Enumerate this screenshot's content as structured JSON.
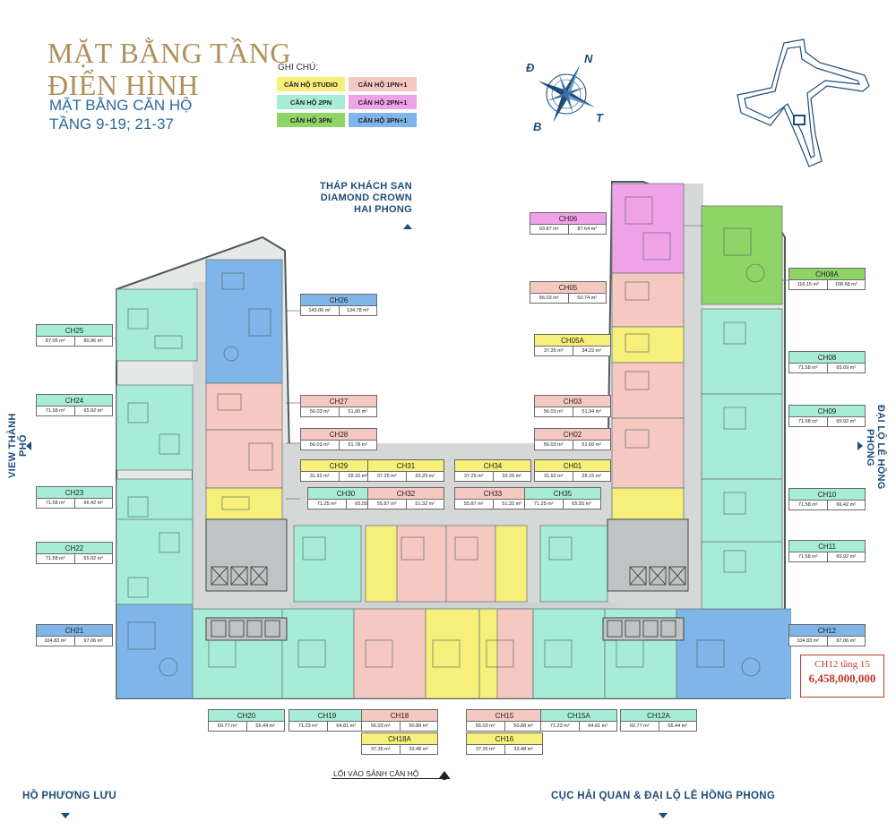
{
  "title": {
    "line1": "MẶT BẰNG TẦNG",
    "line2": "ĐIỂN HÌNH",
    "sub1": "MẶT BẰNG CĂN HỘ",
    "sub2": "TẦNG 9-19; 21-37"
  },
  "legend": {
    "heading": "GHI CHÚ:",
    "items": [
      {
        "label": "CĂN HỘ STUDIO",
        "color": "#f6ef7a"
      },
      {
        "label": "CĂN HỘ 1PN+1",
        "color": "#f5c8c2"
      },
      {
        "label": "CĂN HỘ 2PN",
        "color": "#a7ecd6"
      },
      {
        "label": "CĂN HỘ 2PN+1",
        "color": "#f0a2e8"
      },
      {
        "label": "CĂN HỘ 3PN",
        "color": "#8fd467"
      },
      {
        "label": "CĂN HỘ 3PN+1",
        "color": "#7fb5e8"
      }
    ]
  },
  "compass": {
    "n": "N",
    "d": "Đ",
    "b": "B",
    "t": "T"
  },
  "directions": {
    "top": [
      "THÁP KHÁCH SẠN",
      "DIAMOND CROWN",
      "HAI PHONG"
    ],
    "left": "VIEW THÀNH PHỐ",
    "right": "ĐẠI LỘ LÊ HỒNG PHONG",
    "bottom_left": "HỒ PHƯƠNG LƯU",
    "bottom_right": "CỤC HẢI QUAN & ĐẠI LỘ LÊ HỒNG PHONG",
    "entrance": "LỐI VÀO SẢNH CĂN HỘ"
  },
  "price": {
    "unit": "CH12 tầng 15",
    "value": "6,458,000,000"
  },
  "apartments": [
    {
      "code": "CH25",
      "a1": "87.05 m²",
      "a2": "80.96 m²",
      "color": "#a7ecd6"
    },
    {
      "code": "CH24",
      "a1": "71.58 m²",
      "a2": "65.92 m²",
      "color": "#a7ecd6"
    },
    {
      "code": "CH23",
      "a1": "71.58 m²",
      "a2": "66.42 m²",
      "color": "#a7ecd6"
    },
    {
      "code": "CH22",
      "a1": "71.58 m²",
      "a2": "65.92 m²",
      "color": "#a7ecd6"
    },
    {
      "code": "CH21",
      "a1": "104.83 m²",
      "a2": "97.06 m²",
      "color": "#7fb5e8"
    },
    {
      "code": "CH26",
      "a1": "143.06 m²",
      "a2": "134.78 m²",
      "color": "#7fb5e8"
    },
    {
      "code": "CH27",
      "a1": "56.03 m²",
      "a2": "51.90 m²",
      "color": "#f5c8c2"
    },
    {
      "code": "CH28",
      "a1": "56.03 m²",
      "a2": "51.78 m²",
      "color": "#f5c8c2"
    },
    {
      "code": "CH29",
      "a1": "31.92 m²",
      "a2": "28.15 m²",
      "color": "#f6ef7a"
    },
    {
      "code": "CH30",
      "a1": "71.25 m²",
      "a2": "65.55 m²",
      "color": "#a7ecd6"
    },
    {
      "code": "CH31",
      "a1": "37.25 m²",
      "a2": "33.29 m²",
      "color": "#f6ef7a"
    },
    {
      "code": "CH32",
      "a1": "55.87 m²",
      "a2": "51.32 m²",
      "color": "#f5c8c2"
    },
    {
      "code": "CH34",
      "a1": "37.25 m²",
      "a2": "33.29 m²",
      "color": "#f6ef7a"
    },
    {
      "code": "CH33",
      "a1": "55.87 m²",
      "a2": "51.32 m²",
      "color": "#f5c8c2"
    },
    {
      "code": "CH35",
      "a1": "71.25 m²",
      "a2": "65.55 m²",
      "color": "#a7ecd6"
    },
    {
      "code": "CH01",
      "a1": "31.92 m²",
      "a2": "28.15 m²",
      "color": "#f6ef7a"
    },
    {
      "code": "CH02",
      "a1": "56.03 m²",
      "a2": "51.66 m²",
      "color": "#f5c8c2"
    },
    {
      "code": "CH03",
      "a1": "56.03 m²",
      "a2": "51.94 m²",
      "color": "#f5c8c2"
    },
    {
      "code": "CH05A",
      "a1": "37.35 m²",
      "a2": "34.22 m²",
      "color": "#f6ef7a"
    },
    {
      "code": "CH05",
      "a1": "56.03 m²",
      "a2": "50.74 m²",
      "color": "#f5c8c2"
    },
    {
      "code": "CH06",
      "a1": "93.87 m²",
      "a2": "87.64 m²",
      "color": "#f0a2e8"
    },
    {
      "code": "CH08A",
      "a1": "116.15 m²",
      "a2": "108.68 m²",
      "color": "#8fd467"
    },
    {
      "code": "CH08",
      "a1": "71.58 m²",
      "a2": "65.69 m²",
      "color": "#a7ecd6"
    },
    {
      "code": "CH09",
      "a1": "71.58 m²",
      "a2": "65.92 m²",
      "color": "#a7ecd6"
    },
    {
      "code": "CH10",
      "a1": "71.58 m²",
      "a2": "66.42 m²",
      "color": "#a7ecd6"
    },
    {
      "code": "CH11",
      "a1": "71.58 m²",
      "a2": "65.92 m²",
      "color": "#a7ecd6"
    },
    {
      "code": "CH12",
      "a1": "104.83 m²",
      "a2": "97.06 m²",
      "color": "#7fb5e8"
    },
    {
      "code": "CH20",
      "a1": "60.77 m²",
      "a2": "56.44 m²",
      "color": "#a7ecd6"
    },
    {
      "code": "CH19",
      "a1": "71.23 m²",
      "a2": "64.81 m²",
      "color": "#a7ecd6"
    },
    {
      "code": "CH18",
      "a1": "56.03 m²",
      "a2": "50.88 m²",
      "color": "#f5c8c2"
    },
    {
      "code": "CH18A",
      "a1": "37.35 m²",
      "a2": "33.48 m²",
      "color": "#f6ef7a"
    },
    {
      "code": "CH15",
      "a1": "56.03 m²",
      "a2": "50.88 m²",
      "color": "#f5c8c2"
    },
    {
      "code": "CH16",
      "a1": "37.35 m²",
      "a2": "33.48 m²",
      "color": "#f6ef7a"
    },
    {
      "code": "CH15A",
      "a1": "71.23 m²",
      "a2": "64.81 m²",
      "color": "#a7ecd6"
    },
    {
      "code": "CH12A",
      "a1": "60.77 m²",
      "a2": "56.44 m²",
      "color": "#a7ecd6"
    }
  ]
}
